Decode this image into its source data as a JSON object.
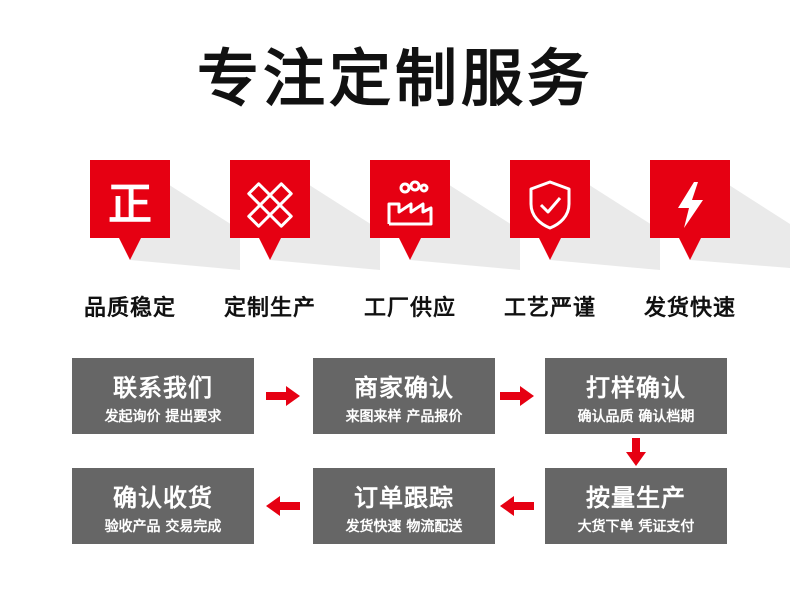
{
  "title": "专注定制服务",
  "features": [
    {
      "label": "品质稳定",
      "icon": "zheng-character-icon",
      "glyph": "正"
    },
    {
      "label": "定制生产",
      "icon": "pencil-ruler-icon"
    },
    {
      "label": "工厂供应",
      "icon": "factory-icon"
    },
    {
      "label": "工艺严谨",
      "icon": "shield-check-icon"
    },
    {
      "label": "发货快速",
      "icon": "lightning-bolt-icon"
    }
  ],
  "steps": [
    {
      "title": "联系我们",
      "subtitle": "发起询价 提出要求"
    },
    {
      "title": "商家确认",
      "subtitle": "来图来样  产品报价"
    },
    {
      "title": "打样确认",
      "subtitle": "确认品质 确认档期"
    },
    {
      "title": "按量生产",
      "subtitle": "大货下单 凭证支付"
    },
    {
      "title": "订单跟踪",
      "subtitle": "发货快速 物流配送"
    },
    {
      "title": "确认收货",
      "subtitle": "验收产品 交易完成"
    }
  ],
  "colors": {
    "accent": "#e60012",
    "box": "#666666",
    "shadow": "#dcdcdc"
  }
}
